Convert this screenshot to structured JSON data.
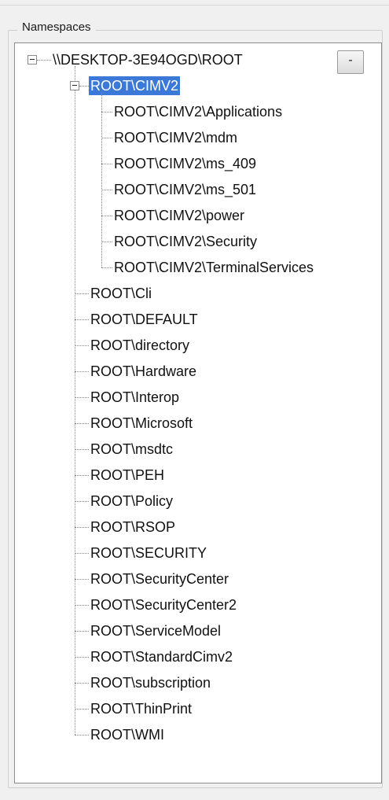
{
  "group_label": "Namespaces",
  "collapse_button_label": "-",
  "root": {
    "label": "\\\\DESKTOP-3E94OGD\\ROOT"
  },
  "cimv2": {
    "label": "ROOT\\CIMV2",
    "children": [
      "ROOT\\CIMV2\\Applications",
      "ROOT\\CIMV2\\mdm",
      "ROOT\\CIMV2\\ms_409",
      "ROOT\\CIMV2\\ms_501",
      "ROOT\\CIMV2\\power",
      "ROOT\\CIMV2\\Security",
      "ROOT\\CIMV2\\TerminalServices"
    ]
  },
  "root_children": [
    "ROOT\\Cli",
    "ROOT\\DEFAULT",
    "ROOT\\directory",
    "ROOT\\Hardware",
    "ROOT\\Interop",
    "ROOT\\Microsoft",
    "ROOT\\msdtc",
    "ROOT\\PEH",
    "ROOT\\Policy",
    "ROOT\\RSOP",
    "ROOT\\SECURITY",
    "ROOT\\SecurityCenter",
    "ROOT\\SecurityCenter2",
    "ROOT\\ServiceModel",
    "ROOT\\StandardCimv2",
    "ROOT\\subscription",
    "ROOT\\ThinPrint",
    "ROOT\\WMI"
  ]
}
